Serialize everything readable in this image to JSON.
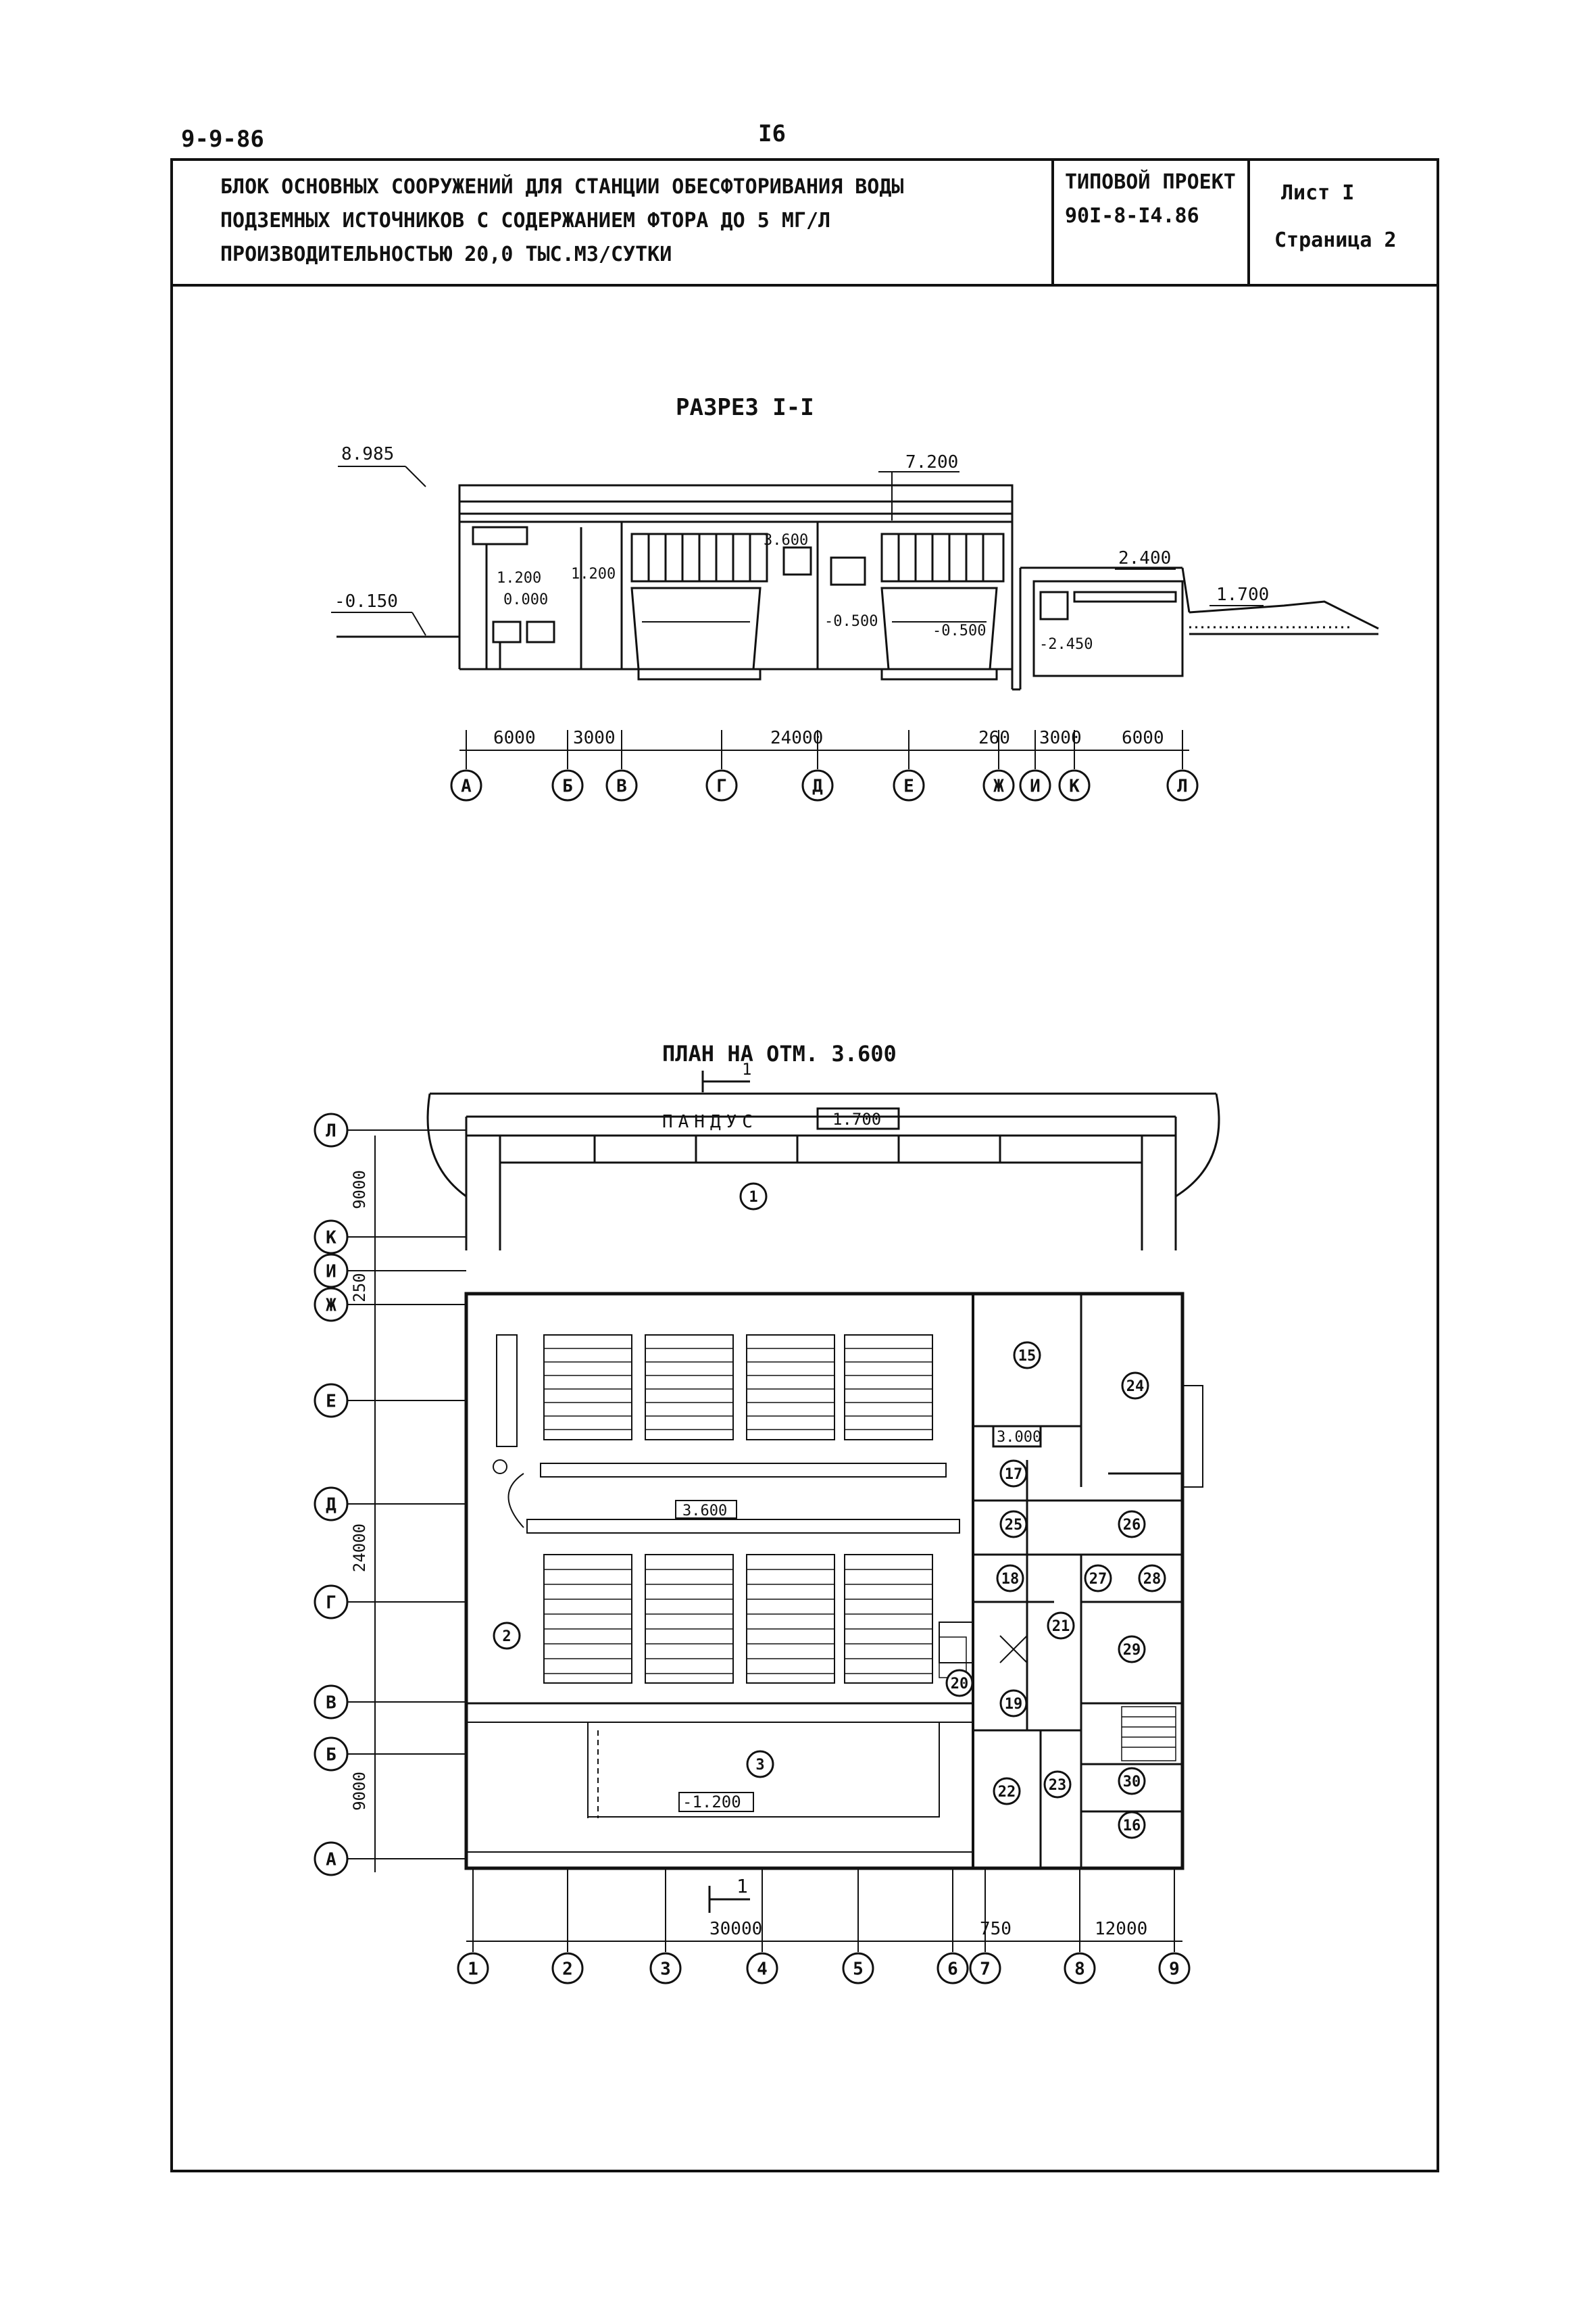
{
  "doc_code": "9-9-86",
  "page_number": "I6",
  "title_block": {
    "title_lines": [
      "БЛОК ОСНОВНЫХ СООРУЖЕНИЙ ДЛЯ СТАНЦИИ ОБЕСФТОРИВАНИЯ ВОДЫ",
      "ПОДЗЕМНЫХ ИСТОЧНИКОВ С СОДЕРЖАНИЕМ ФТОРА ДО 5 МГ/Л",
      "ПРОИЗВОДИТЕЛЬНОСТЬЮ 20,0 ТЫС.М3/СУТКИ"
    ],
    "project_label": "ТИПОВОЙ ПРОЕКТ",
    "project_number": "90I-8-I4.86",
    "sheet_label": "Лист I",
    "page_label": "Страница 2"
  },
  "section": {
    "title": "РАЗРЕЗ I-I",
    "elevations": [
      "8.985",
      "7.200",
      "3.600",
      "1.200",
      "0.000",
      "1.200",
      "-0.150",
      "-0.500",
      "-0.500",
      "2.400",
      "1.700",
      "-2.450"
    ],
    "dims": [
      "6000",
      "3000",
      "24000",
      "260",
      "3000",
      "6000"
    ],
    "axes": [
      "А",
      "Б",
      "В",
      "Г",
      "Д",
      "Е",
      "Ж",
      "И",
      "К",
      "Л"
    ]
  },
  "plan": {
    "title": "ПЛАН НА ОТМ. 3.600",
    "ramp_label": "ПАНДУС",
    "ramp_elev": "1.700",
    "elev_main": "3.600",
    "elev_lower": "-1.200",
    "elev_side": "3.000",
    "section_mark": "1",
    "row_axes": [
      "Л",
      "К",
      "И",
      "Ж",
      "Е",
      "Д",
      "Г",
      "В",
      "Б",
      "А"
    ],
    "row_dims": [
      "9000",
      "250",
      "24000",
      "9000"
    ],
    "col_axes": [
      "1",
      "2",
      "3",
      "4",
      "5",
      "6",
      "7",
      "8",
      "9"
    ],
    "col_dims": [
      "30000",
      "750",
      "12000"
    ],
    "rooms": [
      "1",
      "2",
      "3",
      "15",
      "24",
      "17",
      "25",
      "26",
      "18",
      "27",
      "28",
      "21",
      "29",
      "20",
      "19",
      "22",
      "23",
      "30",
      "16"
    ]
  }
}
